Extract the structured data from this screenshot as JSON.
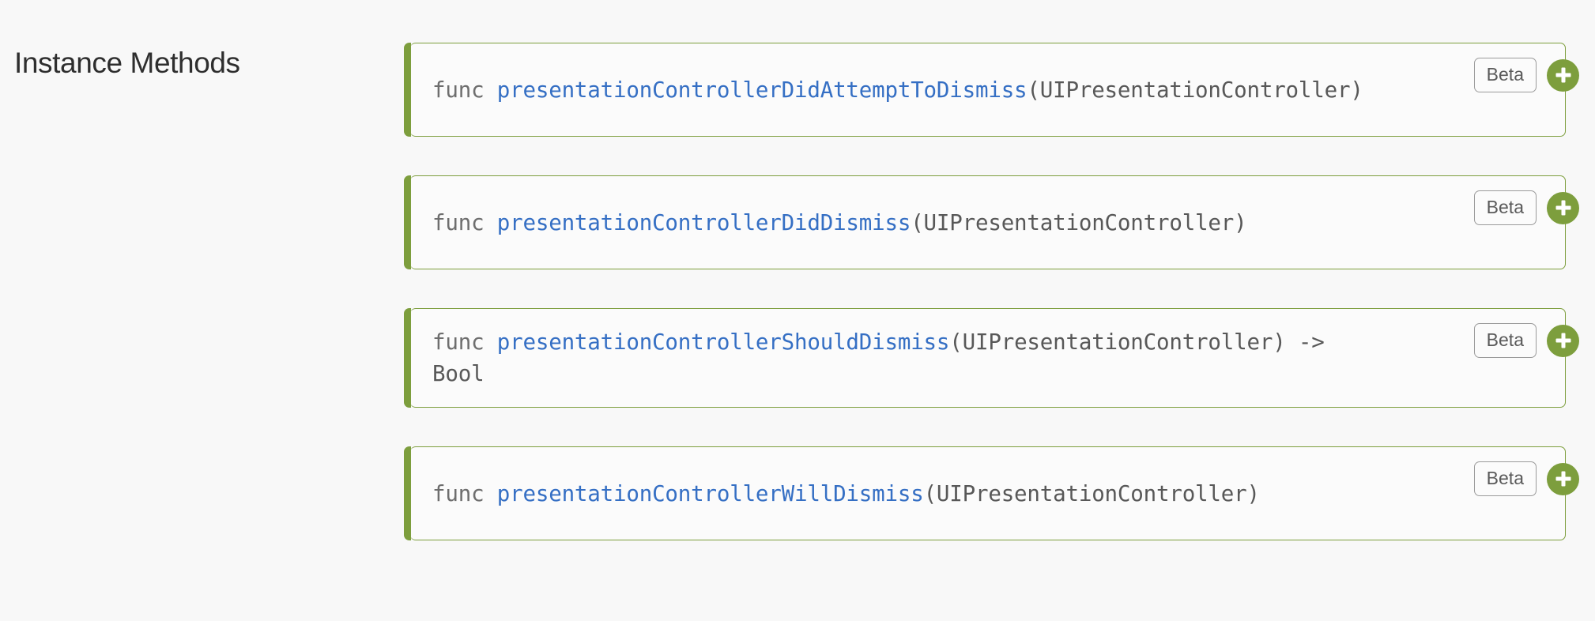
{
  "section": {
    "title": "Instance Methods"
  },
  "badge_label": "Beta",
  "add_icon": "plus-icon",
  "colors": {
    "accent_green": "#7d9e3d",
    "link_blue": "#356fc4",
    "code_gray": "#585858",
    "page_background": "#f8f8f8",
    "card_background": "#fbfbfb",
    "badge_border": "#9a9a9a"
  },
  "methods": [
    {
      "keyword": "func",
      "name": "presentationControllerDidAttemptToDismiss",
      "signature_suffix": "(UIPresentationController)",
      "full_signature": "func presentationControllerDidAttemptToDismiss(UIPresentationController)",
      "badge": "Beta",
      "add_label": "+"
    },
    {
      "keyword": "func",
      "name": "presentationControllerDidDismiss",
      "signature_suffix": "(UIPresentationController)",
      "full_signature": "func presentationControllerDidDismiss(UIPresentationController)",
      "badge": "Beta",
      "add_label": "+"
    },
    {
      "keyword": "func",
      "name": "presentationControllerShouldDismiss",
      "signature_suffix": "(UIPresentationController) -> Bool",
      "full_signature": "func presentationControllerShouldDismiss(UIPresentationController) -> Bool",
      "badge": "Beta",
      "add_label": "+"
    },
    {
      "keyword": "func",
      "name": "presentationControllerWillDismiss",
      "signature_suffix": "(UIPresentationController)",
      "full_signature": "func presentationControllerWillDismiss(UIPresentationController)",
      "badge": "Beta",
      "add_label": "+"
    }
  ]
}
